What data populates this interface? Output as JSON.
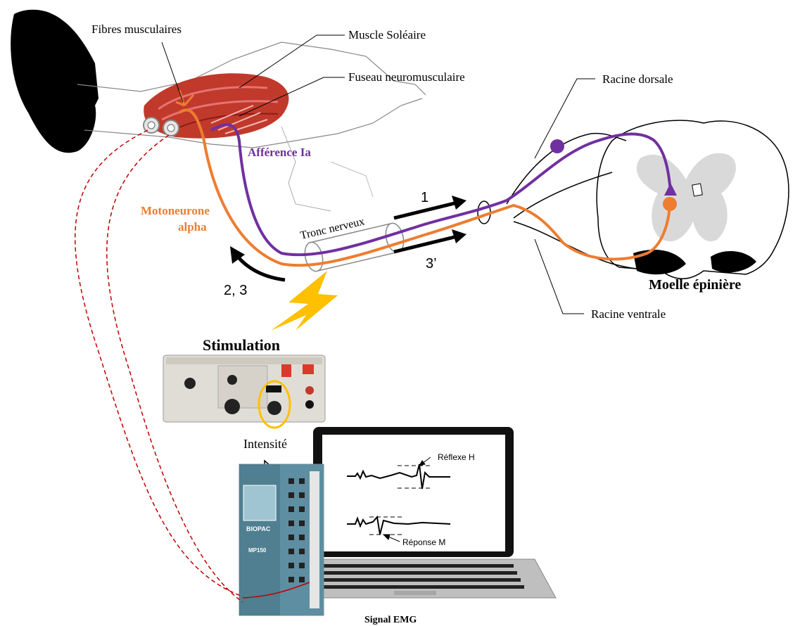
{
  "labels": {
    "fibres": "Fibres musculaires",
    "muscle": "Muscle Soléaire",
    "fuseau": "Fuseau neuromusculaire",
    "racine_dorsale": "Racine dorsale",
    "afference": "Afférence Ia",
    "motoneurone_line1": "Motoneurone",
    "motoneurone_line2": "alpha",
    "tronc": "Tronc nerveux",
    "arrow1": "1",
    "arrow3p": "3’",
    "arrow23": "2, 3",
    "moelle": "Moelle épinière",
    "racine_ventrale": "Racine ventrale",
    "stimulation": "Stimulation",
    "intensite": "Intensité",
    "reflexe_h": "Réflexe H",
    "reponse_m": "Réponse M",
    "signal_emg": "Signal EMG",
    "amp_brand": "BIOPAC",
    "amp_model": "MP150"
  },
  "colors": {
    "afference": "#7030a0",
    "motoneurone": "#ed7d31",
    "stimulation_bolt": "#ffc000",
    "electrode_wire": "#c00000",
    "muscle": "#c0392b",
    "spinal_grey": "#d9d9d9"
  }
}
